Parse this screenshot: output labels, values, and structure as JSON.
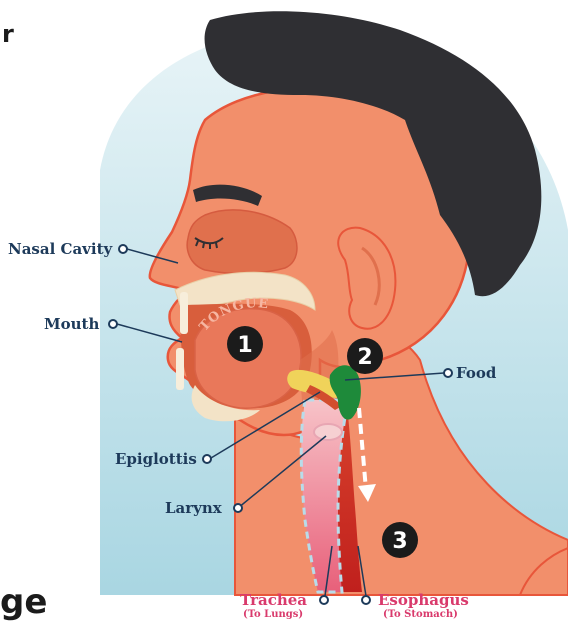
{
  "labels": {
    "nasal_cavity": "Nasal Cavity",
    "mouth": "Mouth",
    "food": "Food",
    "epiglottis": "Epiglottis",
    "larynx": "Larynx",
    "trachea": "Trachea",
    "trachea_sub": "(To Lungs)",
    "esophagus": "Esophagus",
    "esophagus_sub": "(To Stomach)",
    "tongue": "TONGUE"
  },
  "steps": [
    "1",
    "2",
    "3"
  ],
  "cropped_text": {
    "top_left": "r",
    "bottom_left": "ge"
  },
  "colors": {
    "skin": "#f28f6b",
    "skin_dark": "#e0704d",
    "outline": "#e8563a",
    "hair": "#2f2f33",
    "background": "#cfe8ee",
    "navy": "#1d3a5a",
    "pink": "#d93a6c",
    "food": "#1e8a3a",
    "epiglottis": "#f0d35a"
  }
}
